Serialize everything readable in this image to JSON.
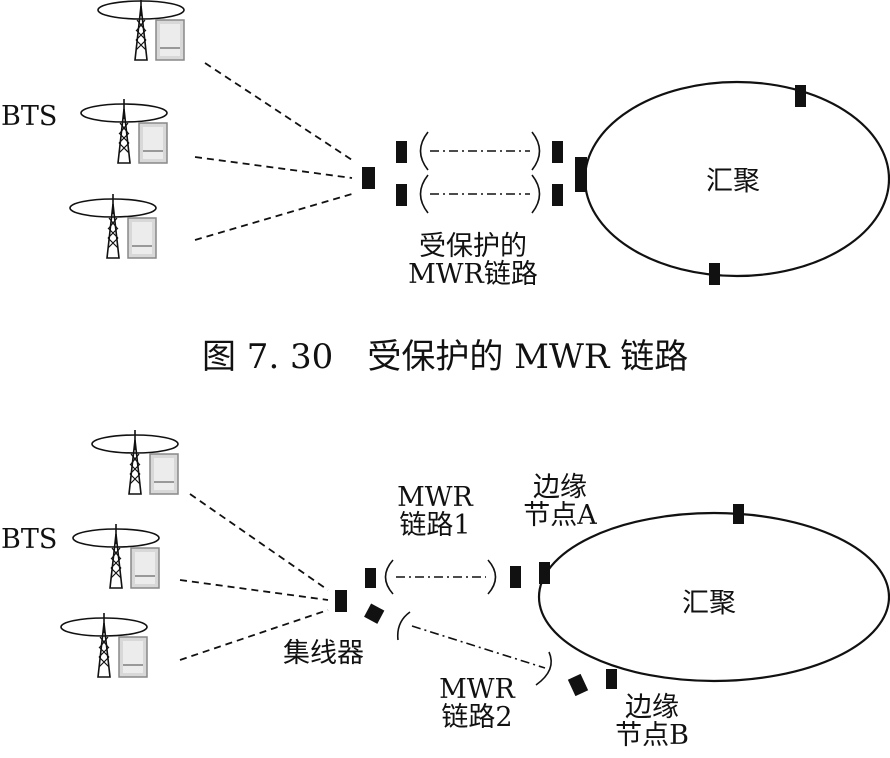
{
  "figure_top": {
    "bts_label": "BTS",
    "ring_label": "汇聚",
    "link_label_line1": "受保护的",
    "link_label_line2": "MWR链路",
    "caption": "图 7. 30　受保护的 MWR 链路"
  },
  "figure_bottom": {
    "bts_label": "BTS",
    "ring_label": "汇聚",
    "hub_label": "集线器",
    "link1_line1": "MWR",
    "link1_line2": "链路1",
    "link2_line1": "MWR",
    "link2_line2": "链路2",
    "edge_a_line1": "边缘",
    "edge_a_line2": "节点A",
    "edge_b_line1": "边缘",
    "edge_b_line2": "节点B"
  },
  "icons": [
    "bts-tower-icon",
    "bts-cabinet-icon",
    "mwr-antenna-icon",
    "radio-arc-icon",
    "ring-node-icon"
  ],
  "colors": {
    "ink": "#111111",
    "cabinet": "#d8d8d8",
    "background": "#ffffff"
  }
}
